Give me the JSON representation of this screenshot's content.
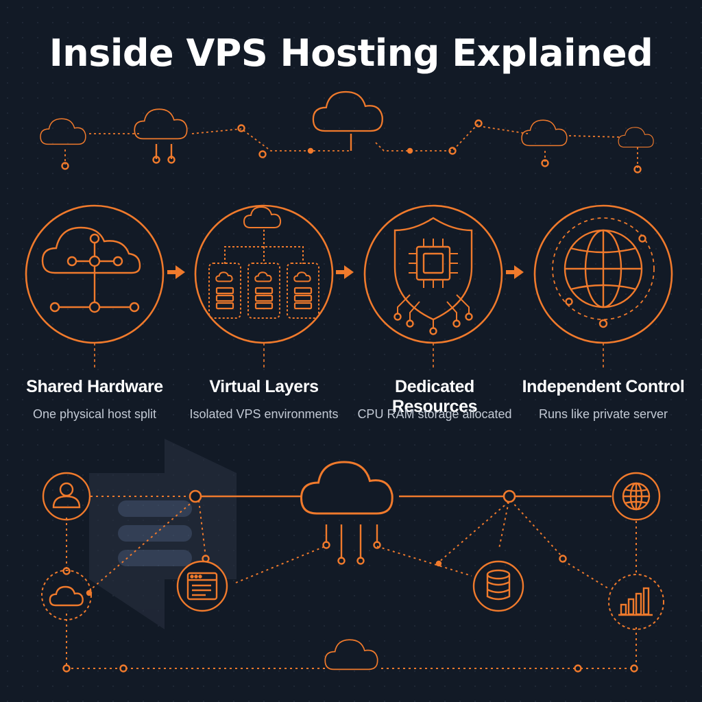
{
  "title": "Inside VPS Hosting Explained",
  "colors": {
    "accent": "#f07a2c",
    "background": "#121a26",
    "text": "#ffffff",
    "muted_text": "#c3cad5"
  },
  "steps": [
    {
      "title": "Shared Hardware",
      "description": "One physical host split",
      "icon": "cloud-network-icon"
    },
    {
      "title": "Virtual Layers",
      "description": "Isolated VPS environments",
      "icon": "virtual-server-stack-icon"
    },
    {
      "title": "Dedicated Resources",
      "description": "CPU RAM storage allocated",
      "icon": "shield-cpu-icon"
    },
    {
      "title": "Independent Control",
      "description": "Runs like private server",
      "icon": "globe-icon"
    }
  ],
  "network_icons": [
    "user-icon",
    "cloud-icon",
    "browser-window-icon",
    "database-icon",
    "globe-icon",
    "bar-chart-icon",
    "server-icon"
  ]
}
